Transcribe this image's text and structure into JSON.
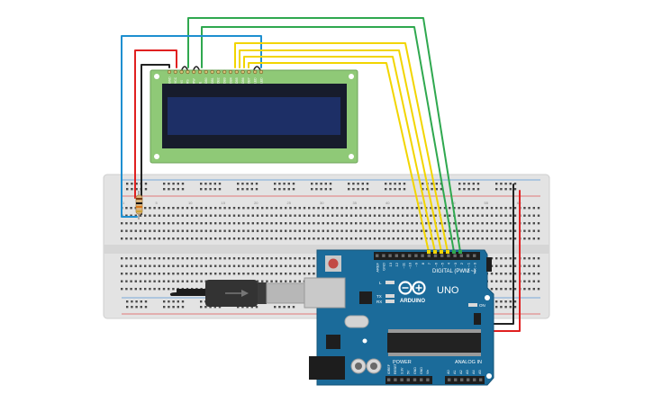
{
  "board": {
    "name": "UNO",
    "brand": "ARDUINO",
    "digital_label": "DIGITAL (PWM ~)",
    "power_label": "POWER",
    "analog_label": "ANALOG IN",
    "led_on": "ON",
    "led_l": "L",
    "led_tx": "TX",
    "led_rx": "RX",
    "digital_pins": [
      "AREF",
      "GND",
      "13",
      "12",
      "~11",
      "~10",
      "~9",
      "8",
      "7",
      "~6",
      "~5",
      "4",
      "~3",
      "2",
      "TX→1",
      "RX←0"
    ],
    "power_pins": [
      "IOREF",
      "RESET",
      "3.3V",
      "5V",
      "GND",
      "GND",
      "Vin"
    ],
    "analog_pins": [
      "A0",
      "A1",
      "A2",
      "A3",
      "A4",
      "A5"
    ]
  },
  "lcd": {
    "pin_labels": [
      "GND",
      "VCC",
      "V0",
      "RS",
      "RW",
      "E",
      "DB0",
      "DB1",
      "DB2",
      "DB3",
      "DB4",
      "DB5",
      "DB6",
      "DB7",
      "LED",
      "LED"
    ]
  },
  "breadboard": {
    "col_numbers": [
      "1",
      "5",
      "10",
      "15",
      "20",
      "25",
      "30",
      "35",
      "40",
      "45",
      "50",
      "55",
      "60"
    ]
  },
  "colors": {
    "wire_yellow": "#f2d500",
    "wire_green": "#2fa84f",
    "wire_blue": "#1e8fd0",
    "wire_red": "#e02020",
    "wire_black": "#222222",
    "pcb_green": "#8fc977",
    "lcd_screen": "#1d2f66",
    "arduino_blue": "#1b6b9a"
  }
}
